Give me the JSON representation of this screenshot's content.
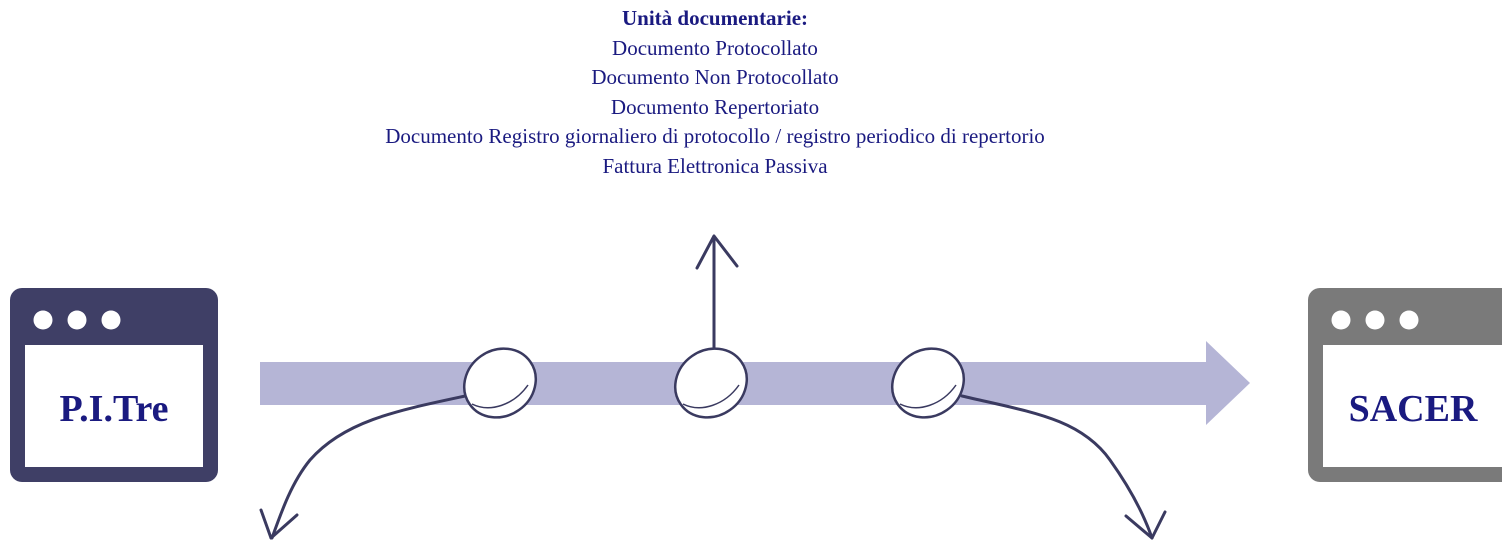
{
  "header": {
    "title": "Unità documentarie:",
    "items": [
      "Documento Protocollato",
      "Documento Non Protocollato",
      "Documento Repertoriato",
      "Documento Registro giornaliero di protocollo / registro periodico di repertorio",
      "Fattura Elettronica Passiva"
    ]
  },
  "source_system": {
    "label": "P.I.Tre",
    "frame_color": "#3f3f66"
  },
  "target_system": {
    "label": "SACER",
    "frame_color": "#7a7a7a"
  },
  "flow": {
    "band_color": "#b5b5d6",
    "stroke_color": "#3a3a60",
    "text_color": "#1a1a80"
  }
}
